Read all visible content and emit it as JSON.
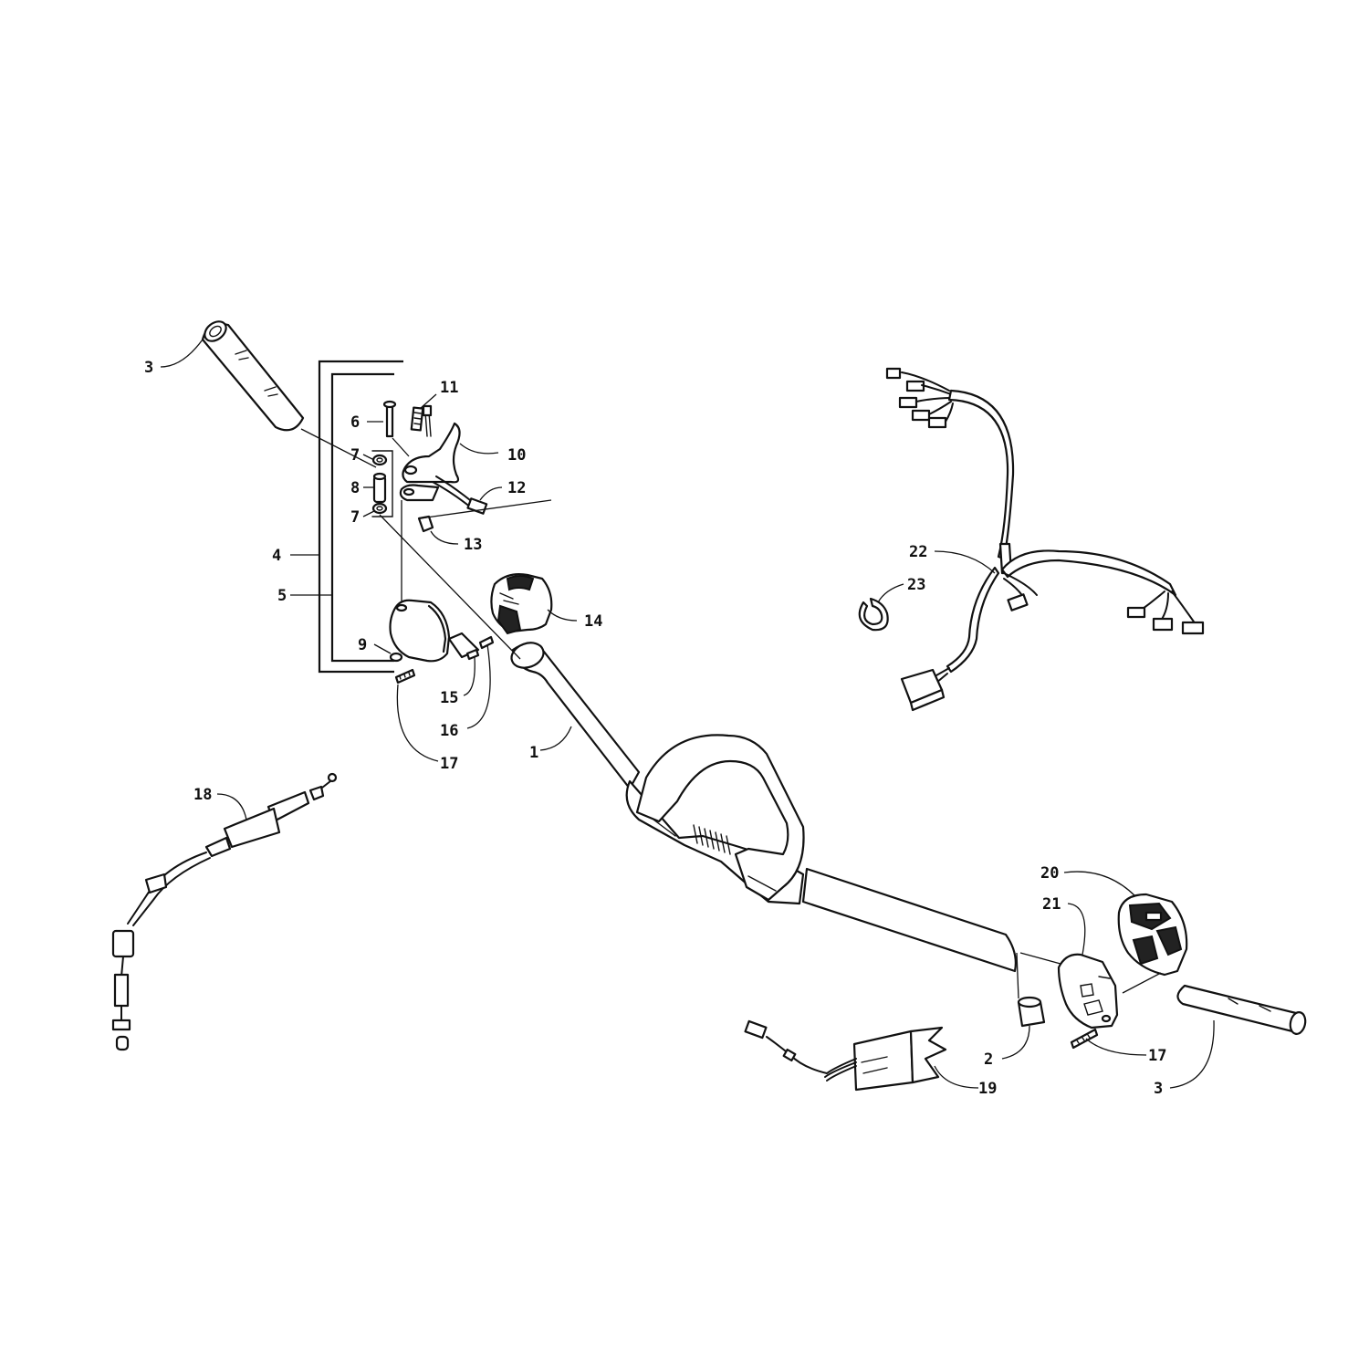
{
  "colors": {
    "background": "#ffffff",
    "ink": "#111111"
  },
  "callouts": [
    {
      "id": "c3a",
      "text": "3"
    },
    {
      "id": "c11",
      "text": "11"
    },
    {
      "id": "c6",
      "text": "6"
    },
    {
      "id": "c10",
      "text": "10"
    },
    {
      "id": "c7a",
      "text": "7"
    },
    {
      "id": "c8",
      "text": "8"
    },
    {
      "id": "c12",
      "text": "12"
    },
    {
      "id": "c7b",
      "text": "7"
    },
    {
      "id": "c13",
      "text": "13"
    },
    {
      "id": "c4",
      "text": "4"
    },
    {
      "id": "c5",
      "text": "5"
    },
    {
      "id": "c14",
      "text": "14"
    },
    {
      "id": "c9",
      "text": "9"
    },
    {
      "id": "c15",
      "text": "15"
    },
    {
      "id": "c16",
      "text": "16"
    },
    {
      "id": "c17a",
      "text": "17"
    },
    {
      "id": "c1",
      "text": "1"
    },
    {
      "id": "c18",
      "text": "18"
    },
    {
      "id": "c22",
      "text": "22"
    },
    {
      "id": "c23",
      "text": "23"
    },
    {
      "id": "c20",
      "text": "20"
    },
    {
      "id": "c21",
      "text": "21"
    },
    {
      "id": "c2",
      "text": "2"
    },
    {
      "id": "c17b",
      "text": "17"
    },
    {
      "id": "c3b",
      "text": "3"
    },
    {
      "id": "c19",
      "text": "19"
    }
  ]
}
